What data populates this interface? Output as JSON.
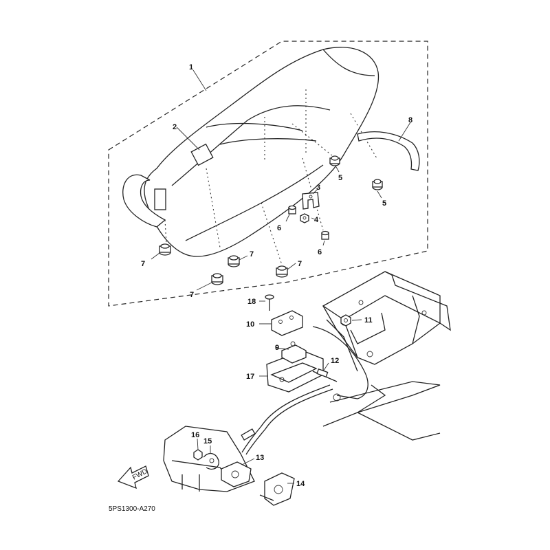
{
  "diagram_code": "5PS1300-A270",
  "fwd_label": "FWD",
  "callouts": {
    "c1": "1",
    "c2": "2",
    "c3": "3",
    "c4": "4",
    "c5a": "5",
    "c5b": "5",
    "c6a": "6",
    "c6b": "6",
    "c7a": "7",
    "c7b": "7",
    "c7c": "7",
    "c7d": "7",
    "c8": "8",
    "c9": "9",
    "c10": "10",
    "c11": "11",
    "c12": "12",
    "c13": "13",
    "c14": "14",
    "c15": "15",
    "c16": "16",
    "c17": "17",
    "c18": "18"
  }
}
